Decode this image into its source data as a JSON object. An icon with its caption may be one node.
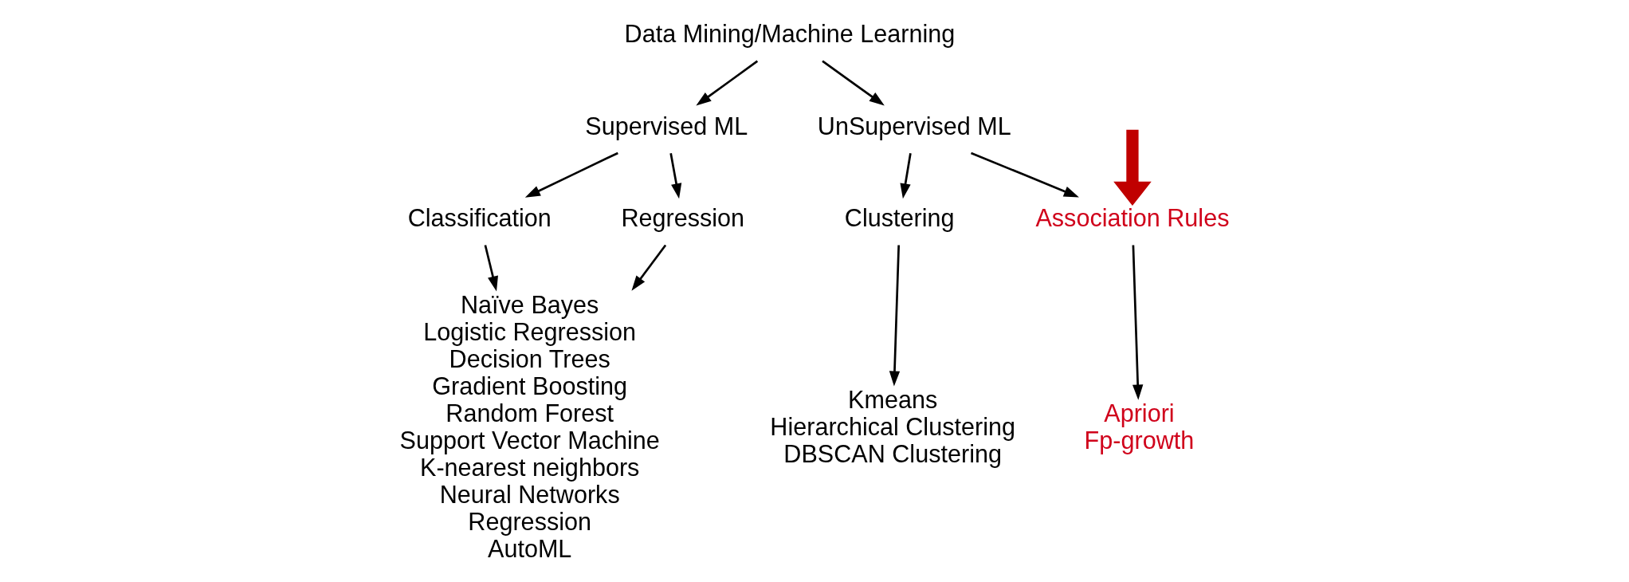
{
  "diagram": {
    "nodes": [
      {
        "text": [
          "Data Mining/Machine Learning"
        ]
      },
      {
        "text": [
          "Supervised ML"
        ]
      },
      {
        "text": [
          "UnSupervised ML"
        ]
      },
      {
        "text": [
          "Classification"
        ]
      },
      {
        "text": [
          "Regression"
        ]
      },
      {
        "text": [
          "Naïve Bayes",
          "Logistic Regression",
          "Decision Trees",
          "Gradient Boosting",
          "Random Forest",
          "Support Vector Machine",
          "K-nearest neighbors",
          "Neural Networks",
          "Regression",
          "AutoML"
        ]
      },
      {
        "text": [
          "Clustering"
        ]
      },
      {
        "text": [
          "Kmeans",
          "Hierarchical Clustering",
          "DBSCAN Clustering"
        ]
      },
      {
        "text": [
          "Association Rules"
        ]
      },
      {
        "text": [
          "Apriori",
          "Fp-growth"
        ]
      }
    ],
    "edges": [
      {
        "from": 0,
        "to": 1,
        "arrow": "to"
      },
      {
        "from": 0,
        "to": 2,
        "arrow": "to"
      },
      {
        "from": 1,
        "to": 3,
        "arrow": "to"
      },
      {
        "from": 1,
        "to": 4,
        "arrow": "to"
      },
      {
        "from": 3,
        "to": 5,
        "arrow": "to"
      },
      {
        "from": 4,
        "to": 5,
        "arrow": "to"
      },
      {
        "from": 2,
        "to": 6,
        "arrow": "to"
      },
      {
        "from": 2,
        "to": 8,
        "arrow": "to"
      },
      {
        "from": 6,
        "to": 7,
        "arrow": "to"
      },
      {
        "from": 8,
        "to": 9,
        "arrow": "to"
      },
      {
        "from": null,
        "to": 8,
        "arrow": "to",
        "style": "thick",
        "color": "#c00000"
      }
    ]
  }
}
